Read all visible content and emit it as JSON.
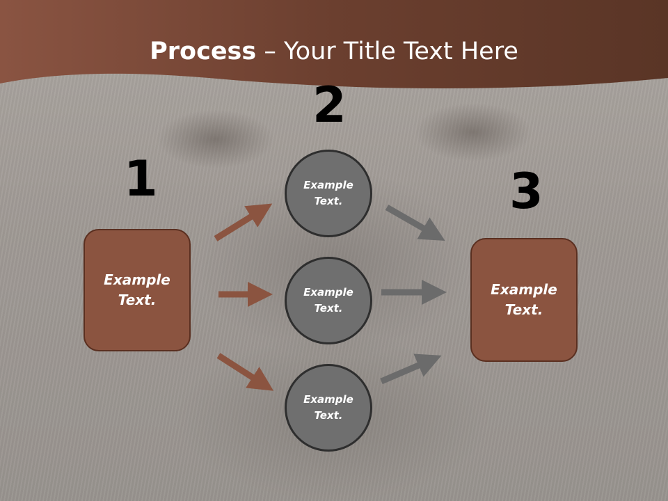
{
  "title": {
    "bold": "Process",
    "rest": " – Your Title Text Here"
  },
  "colors": {
    "banner": "#7a4735",
    "box_fill": "#8b5440",
    "box_border": "#5a2f20",
    "circle_fill": "#6f6f6f",
    "circle_border": "#2e2e2e",
    "arrow_brown": "#8b5440",
    "arrow_gray": "#6b6b6b"
  },
  "steps": {
    "one": {
      "number": "1",
      "text": "Example Text."
    },
    "two": {
      "number": "2"
    },
    "three": {
      "number": "3",
      "text": "Example Text."
    }
  },
  "circles": [
    {
      "text": "Example Text."
    },
    {
      "text": "Example Text."
    },
    {
      "text": "Example Text."
    }
  ]
}
